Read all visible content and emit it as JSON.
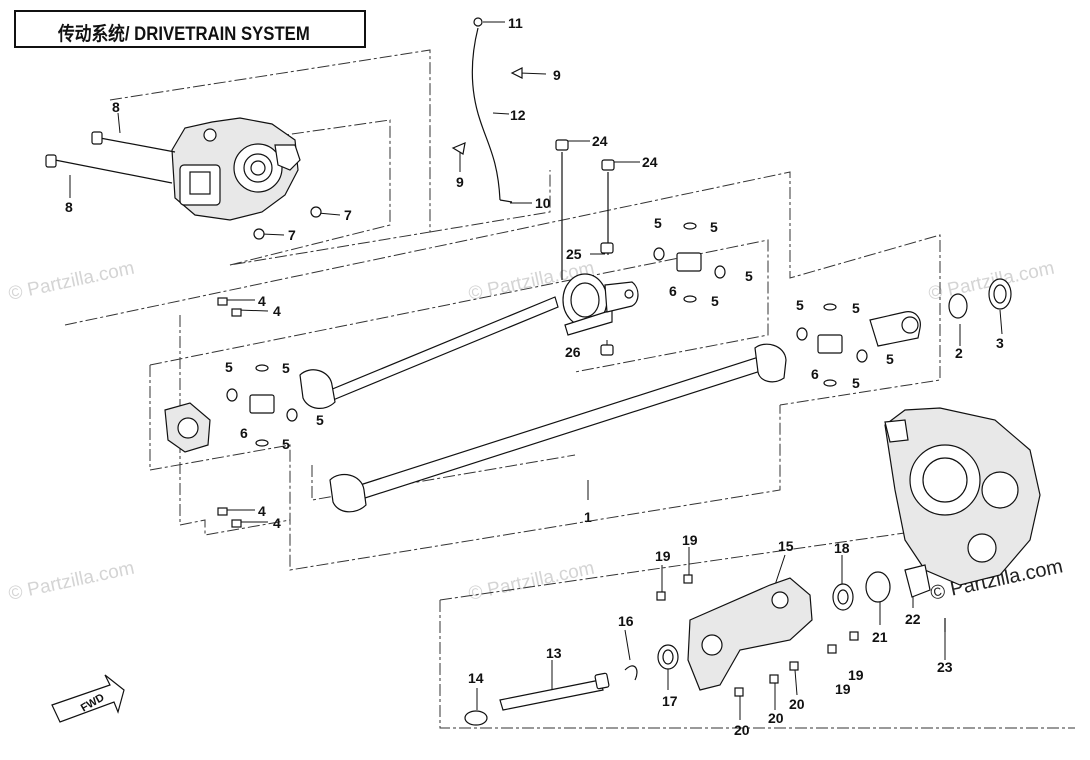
{
  "header": {
    "title": "传动系统/ DRIVETRAIN SYSTEM"
  },
  "watermark": {
    "text": "© Partzilla.com"
  },
  "direction_label": "FWD",
  "callouts": {
    "c1": "1",
    "c2": "2",
    "c3": "3",
    "c4a": "4",
    "c4b": "4",
    "c4c": "4",
    "c4d": "4",
    "c5a": "5",
    "c5b": "5",
    "c5c": "5",
    "c5d": "5",
    "c5e": "5",
    "c5f": "5",
    "c5g": "5",
    "c5h": "5",
    "c5i": "5",
    "c5j": "5",
    "c5k": "5",
    "c5l": "5",
    "c6a": "6",
    "c6b": "6",
    "c6c": "6",
    "c7a": "7",
    "c7b": "7",
    "c8a": "8",
    "c8b": "8",
    "c9a": "9",
    "c9b": "9",
    "c10": "10",
    "c11": "11",
    "c12": "12",
    "c13": "13",
    "c14": "14",
    "c15": "15",
    "c16": "16",
    "c17": "17",
    "c18": "18",
    "c19a": "19",
    "c19b": "19",
    "c19c": "19",
    "c19d": "19",
    "c20a": "20",
    "c20b": "20",
    "c20c": "20",
    "c21": "21",
    "c22": "22",
    "c23": "23",
    "c24a": "24",
    "c24b": "24",
    "c25": "25",
    "c26": "26"
  }
}
